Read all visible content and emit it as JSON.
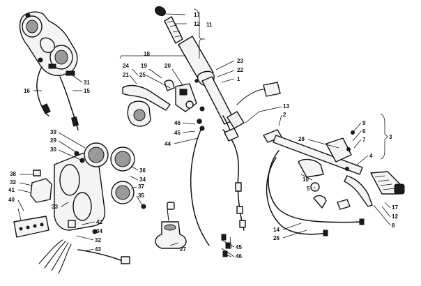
{
  "callouts": [
    {
      "id": "c17a",
      "text": "17"
    },
    {
      "id": "c12a",
      "text": "12"
    },
    {
      "id": "c11",
      "text": "11"
    },
    {
      "id": "c31",
      "text": "31"
    },
    {
      "id": "c16",
      "text": "16"
    },
    {
      "id": "c15",
      "text": "15"
    },
    {
      "id": "c18",
      "text": "18"
    },
    {
      "id": "c24",
      "text": "24"
    },
    {
      "id": "c19",
      "text": "19"
    },
    {
      "id": "c20",
      "text": "20"
    },
    {
      "id": "c21",
      "text": "21"
    },
    {
      "id": "c25",
      "text": "25"
    },
    {
      "id": "c23",
      "text": "23"
    },
    {
      "id": "c22",
      "text": "22"
    },
    {
      "id": "c1",
      "text": "1"
    },
    {
      "id": "c13",
      "text": "13"
    },
    {
      "id": "c2",
      "text": "2"
    },
    {
      "id": "c46a",
      "text": "46"
    },
    {
      "id": "c45a",
      "text": "45"
    },
    {
      "id": "c44",
      "text": "44"
    },
    {
      "id": "c39",
      "text": "39"
    },
    {
      "id": "c29",
      "text": "29"
    },
    {
      "id": "c30",
      "text": "30"
    },
    {
      "id": "c36",
      "text": "36"
    },
    {
      "id": "c34a",
      "text": "34"
    },
    {
      "id": "c38",
      "text": "38"
    },
    {
      "id": "c32a",
      "text": "32"
    },
    {
      "id": "c41",
      "text": "41"
    },
    {
      "id": "c40",
      "text": "40"
    },
    {
      "id": "c37",
      "text": "37"
    },
    {
      "id": "c35",
      "text": "35"
    },
    {
      "id": "c33",
      "text": "33"
    },
    {
      "id": "c42",
      "text": "42"
    },
    {
      "id": "c34b",
      "text": "34"
    },
    {
      "id": "c32b",
      "text": "32"
    },
    {
      "id": "c43",
      "text": "43"
    },
    {
      "id": "c27",
      "text": "27"
    },
    {
      "id": "c45b",
      "text": "45"
    },
    {
      "id": "c46b",
      "text": "46"
    },
    {
      "id": "c9",
      "text": "9"
    },
    {
      "id": "c6",
      "text": "6"
    },
    {
      "id": "c7",
      "text": "7"
    },
    {
      "id": "c3",
      "text": "3"
    },
    {
      "id": "c28",
      "text": "28"
    },
    {
      "id": "c4",
      "text": "4"
    },
    {
      "id": "c10",
      "text": "10"
    },
    {
      "id": "c5",
      "text": "5"
    },
    {
      "id": "c17b",
      "text": "17"
    },
    {
      "id": "c12b",
      "text": "12"
    },
    {
      "id": "c8",
      "text": "8"
    },
    {
      "id": "c14",
      "text": "14"
    },
    {
      "id": "c26",
      "text": "26"
    }
  ]
}
